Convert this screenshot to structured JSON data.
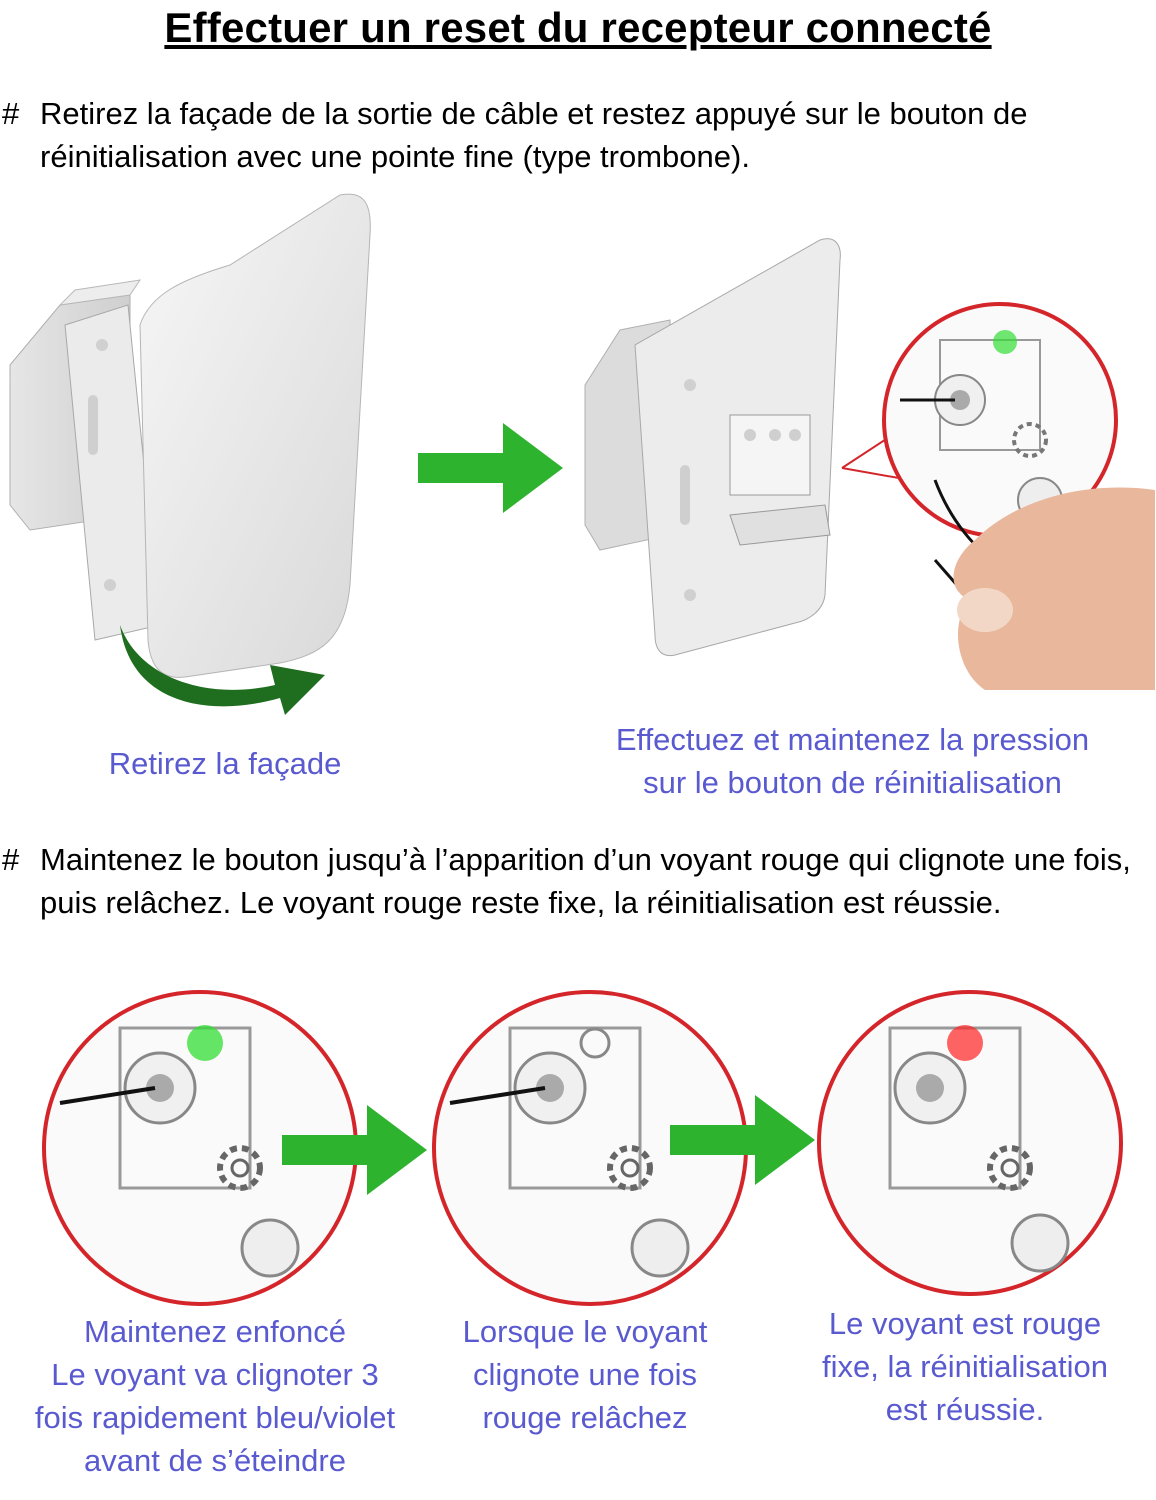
{
  "title": "Effectuer un reset du recepteur connecté",
  "step1": {
    "marker": "#",
    "text": "Retirez la façade de la sortie de câble et restez appuyé sur le bouton de réinitialisation avec une pointe fine (type trombone)."
  },
  "step2": {
    "marker": "#",
    "text": "Maintenez le bouton jusqu’à l’apparition d’un voyant rouge qui clignote une fois, puis relâchez. Le voyant rouge reste fixe, la réinitialisation est réussie."
  },
  "captions": {
    "remove_facade": "Retirez la façade",
    "press_hold_line1": "Effectuez et maintenez la pression",
    "press_hold_line2": "sur le bouton de réinitialisation",
    "zoom1": [
      "Maintenez enfoncé",
      "Le voyant va clignoter 3",
      "fois rapidement bleu/violet",
      "avant de s’éteindre"
    ],
    "zoom2": [
      "Lorsque le voyant",
      "clignote une fois",
      "rouge relâchez"
    ],
    "zoom3": [
      "Le voyant est rouge",
      "fixe, la réinitialisation",
      "est réussie."
    ]
  },
  "colors": {
    "caption": "#5a5ad0",
    "arrow": "#2db32d",
    "curved_arrow": "#1f6e1f",
    "zoom_ring": "#d4262a",
    "led_green": "#33dd33",
    "led_red": "#ff2222"
  },
  "icons": [
    "module-with-facade-illustration",
    "module-without-facade-illustration",
    "paperclip-hand-illustration",
    "arrow-right-icon",
    "curved-arrow-icon",
    "zoom-circle-illustration",
    "gear-icon"
  ]
}
